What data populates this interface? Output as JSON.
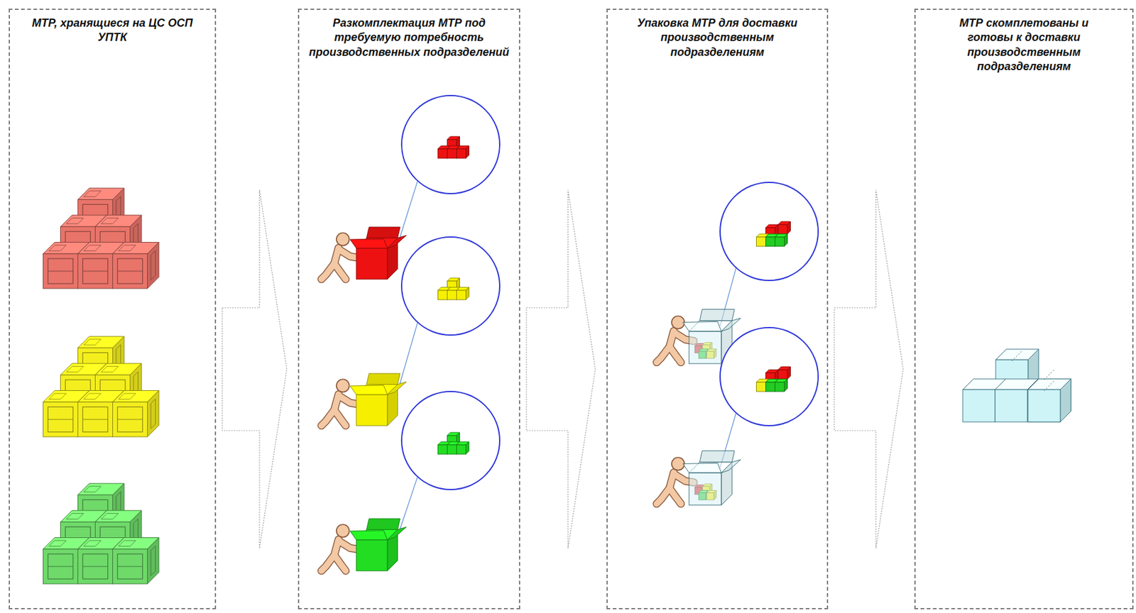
{
  "diagram": {
    "nodes": [
      {
        "text": [
          "МТР, хранящиеся на ЦС ОСП УПТК"
        ]
      },
      {
        "text": [
          "Разкомплектация МТР под требуемую потребность производственных подразделений"
        ]
      },
      {
        "text": [
          "Упаковка МТР для доставки производственным подразделениям"
        ]
      },
      {
        "text": [
          "МТР скомплетованы и готовы к доставки производственным подразделениям"
        ]
      }
    ],
    "edges": [
      {
        "from": 0,
        "to": 1,
        "arrow": "to"
      },
      {
        "from": 1,
        "to": 2,
        "arrow": "to"
      },
      {
        "from": 2,
        "to": 3,
        "arrow": "to"
      }
    ]
  }
}
